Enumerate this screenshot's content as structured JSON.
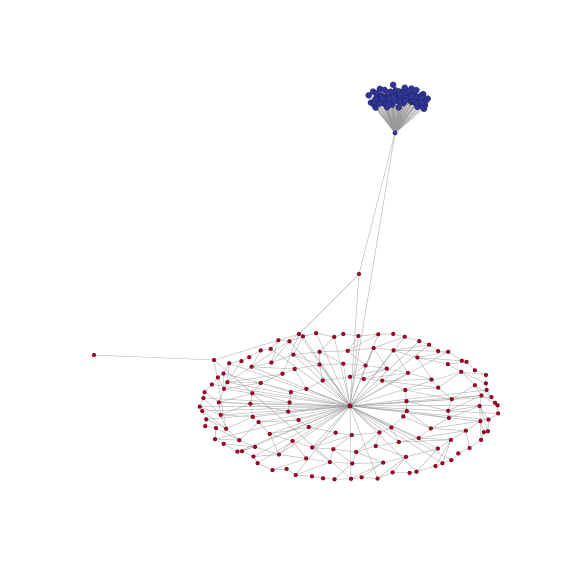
{
  "graph": {
    "type": "network",
    "background_color": "#ffffff",
    "edge_color": "#999999",
    "clusters": [
      {
        "name_id": "red-cluster",
        "color": "#a50026",
        "node_count": 140,
        "hub": "red-hub"
      },
      {
        "name_id": "blue-cluster",
        "color": "#313695",
        "node_count": 110,
        "hub": "blue-hub"
      }
    ],
    "bridge_nodes": 4
  }
}
